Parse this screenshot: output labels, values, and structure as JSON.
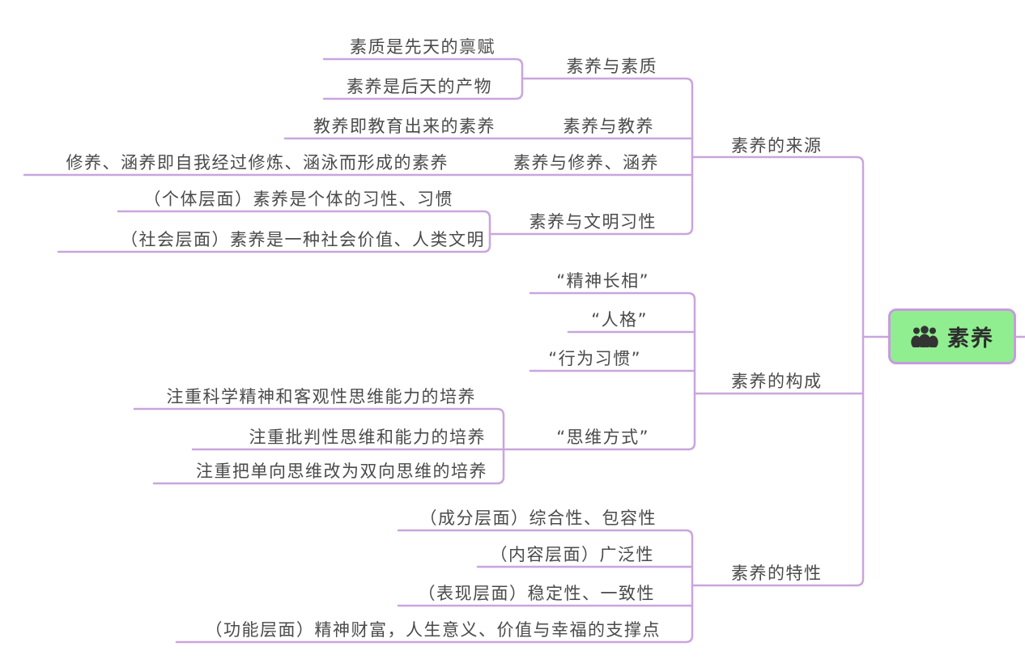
{
  "root": {
    "label": "素养",
    "icon": "people-group-icon"
  },
  "branches": [
    {
      "label": "素养的来源",
      "children": [
        {
          "label": "素养与素质",
          "children": [
            {
              "label": "素质是先天的禀赋"
            },
            {
              "label": "素养是后天的产物"
            }
          ]
        },
        {
          "label": "素养与教养",
          "children": [
            {
              "label": "教养即教育出来的素养"
            }
          ]
        },
        {
          "label": "素养与修养、涵养",
          "children": [
            {
              "label": "修养、涵养即自我经过修炼、涵泳而形成的素养"
            }
          ]
        },
        {
          "label": "素养与文明习性",
          "children": [
            {
              "label": "（个体层面）素养是个体的习性、习惯"
            },
            {
              "label": "（社会层面）素养是一种社会价值、人类文明"
            }
          ]
        }
      ]
    },
    {
      "label": "素养的构成",
      "children": [
        {
          "label": "“精神长相”"
        },
        {
          "label": "“人格”"
        },
        {
          "label": "“行为习惯”"
        },
        {
          "label": "“思维方式”",
          "children": [
            {
              "label": "注重科学精神和客观性思维能力的培养"
            },
            {
              "label": "注重批判性思维和能力的培养"
            },
            {
              "label": "注重把单向思维改为双向思维的培养"
            }
          ]
        }
      ]
    },
    {
      "label": "素养的特性",
      "children": [
        {
          "label": "（成分层面）综合性、包容性"
        },
        {
          "label": "（内容层面）广泛性"
        },
        {
          "label": "（表现层面）稳定性、一致性"
        },
        {
          "label": "（功能层面）精神财富，人生意义、价值与幸福的支撑点"
        }
      ]
    }
  ],
  "colors": {
    "connector": "#C9A5DD",
    "root_fill": "#90EE90",
    "root_border": "#C79BDE",
    "topic_text": "#4A4A4A",
    "root_text": "#2E2E2E",
    "icon": "#333333"
  }
}
